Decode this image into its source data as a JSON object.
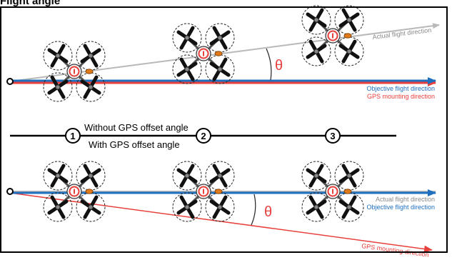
{
  "header_fragment": "Flight angle",
  "top_panel": {
    "actual_flight_direction": "Actual flight direction",
    "objective_flight_direction": "Objective flight direction",
    "gps_mounting_direction": "GPS mounting direction",
    "angle_symbol": "θ"
  },
  "middle": {
    "without_label": "Without GPS offset angle",
    "with_label": "With GPS offset angle",
    "markers": [
      "1",
      "2",
      "3"
    ]
  },
  "bottom_panel": {
    "actual_flight_direction": "Actual flight direction",
    "objective_flight_direction": "Objective flight direction",
    "gps_mounting_direction": "GPS mounting direction",
    "angle_symbol": "θ"
  },
  "colors": {
    "objective_blue": "#1f6fbf",
    "gps_red": "#e8403c",
    "actual_gray": "#b9b9b9",
    "gps_module_orange": "#e07a1a",
    "frame": "#000000"
  },
  "icons": [
    "quadcopter-icon",
    "gps-module-icon",
    "origin-point-icon"
  ]
}
